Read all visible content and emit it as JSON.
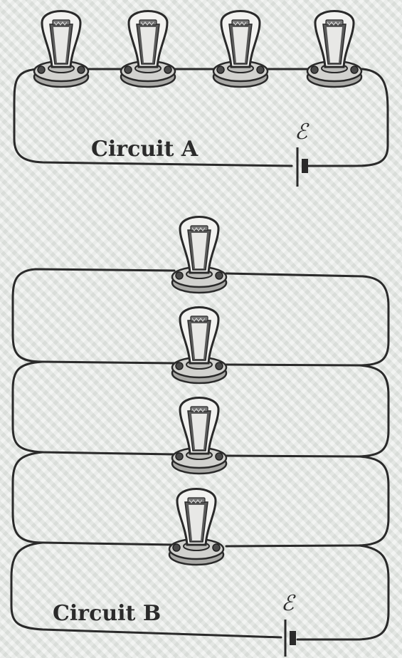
{
  "circuit_a": {
    "label": "Circuit A",
    "emf_symbol": "ℰ",
    "bulb_count": 4,
    "connection": "series"
  },
  "circuit_b": {
    "label": "Circuit B",
    "emf_symbol": "ℰ",
    "bulb_count": 4,
    "connection": "parallel"
  },
  "colors": {
    "wire": "#2a2a2a",
    "bulb_body": "#f2f2f0",
    "bulb_base": "#c9c9c6",
    "background": "#e6e9e6"
  }
}
